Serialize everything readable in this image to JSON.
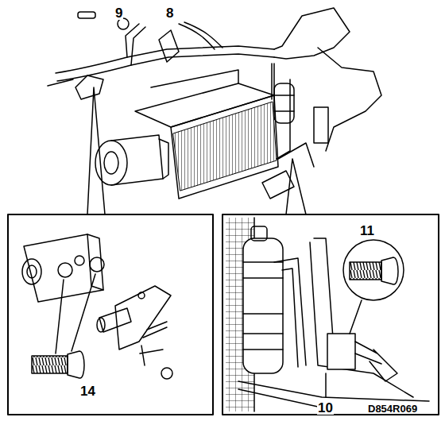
{
  "diagram": {
    "labels": [
      "9",
      "8",
      "14",
      "11",
      "10",
      "D854R069"
    ]
  }
}
